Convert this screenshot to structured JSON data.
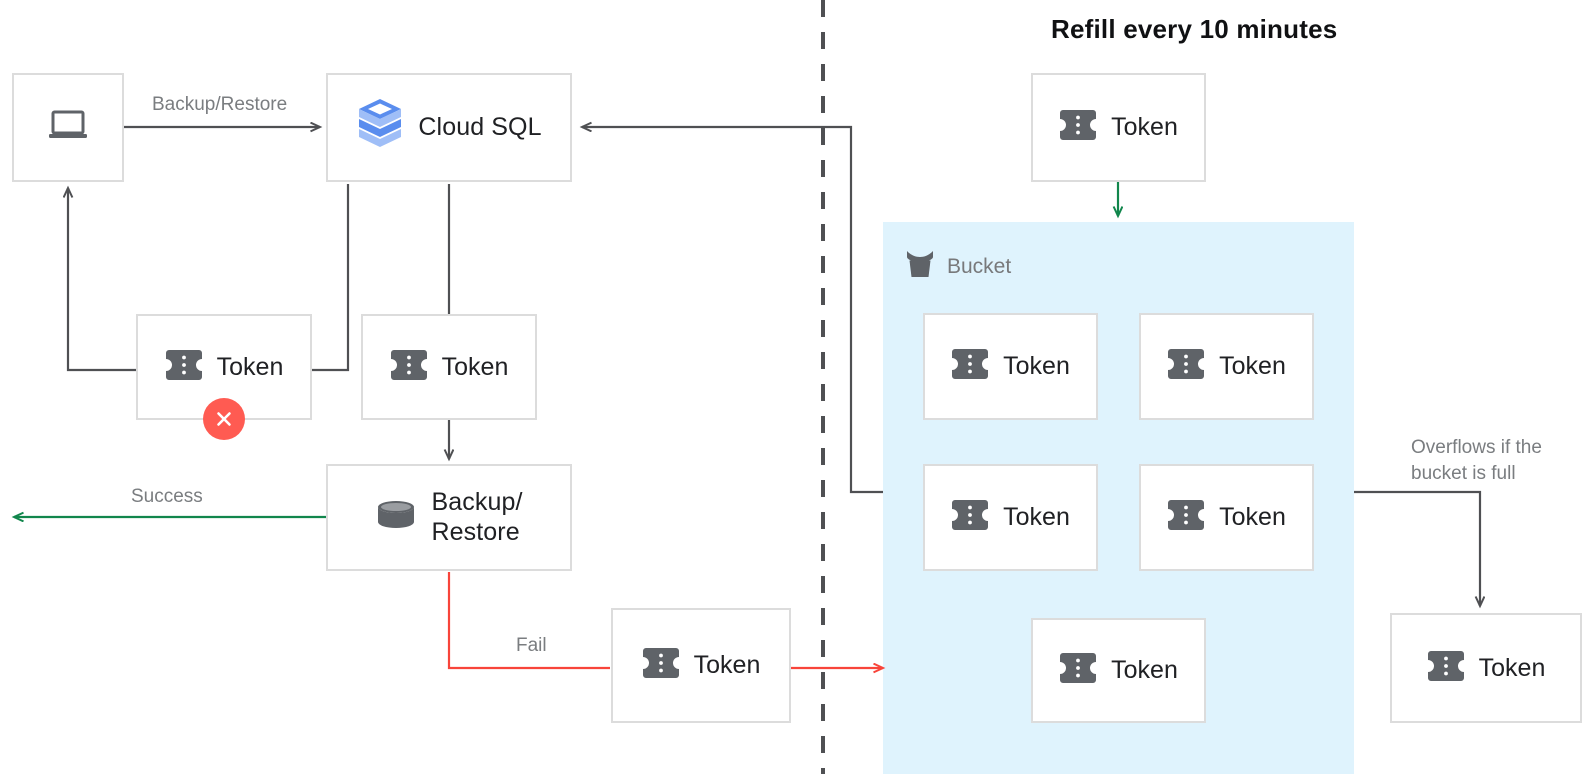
{
  "title": "Refill every 10 minutes",
  "colors": {
    "box_border": "#DCDCDC",
    "wire_gray": "#4f5053",
    "wire_green": "#11864C",
    "wire_red": "#F8443A",
    "bucket_fill": "#DFF3FD",
    "token_icon": "#5F6368",
    "fail_badge": "#FF5B52",
    "cloudsql_blue": "#4A85F0",
    "text_dark": "#202124",
    "text_muted": "#7a7d80"
  },
  "nodes": {
    "client": {
      "label": "",
      "icon": "laptop-icon"
    },
    "cloud_sql": {
      "label": "Cloud SQL",
      "icon": "cloud-sql-icon"
    },
    "token_failed": {
      "label": "Token",
      "icon": "token-icon",
      "badge": "error-badge"
    },
    "token_consumed": {
      "label": "Token",
      "icon": "token-icon"
    },
    "backup_restore": {
      "label": "Backup/\nRestore",
      "icon": "database-icon"
    },
    "token_fail_out": {
      "label": "Token",
      "icon": "token-icon"
    },
    "token_refill": {
      "label": "Token",
      "icon": "token-icon"
    },
    "token_overflow": {
      "label": "Token",
      "icon": "token-icon"
    }
  },
  "bucket": {
    "label": "Bucket",
    "icon": "bucket-icon",
    "tokens": [
      {
        "label": "Token",
        "icon": "token-icon"
      },
      {
        "label": "Token",
        "icon": "token-icon"
      },
      {
        "label": "Token",
        "icon": "token-icon"
      },
      {
        "label": "Token",
        "icon": "token-icon"
      },
      {
        "label": "Token",
        "icon": "token-icon"
      }
    ]
  },
  "edges": {
    "backup_restore_label": "Backup/Restore",
    "success_label": "Success",
    "fail_label": "Fail",
    "overflow_label": "Overflows if the\nbucket is full"
  }
}
